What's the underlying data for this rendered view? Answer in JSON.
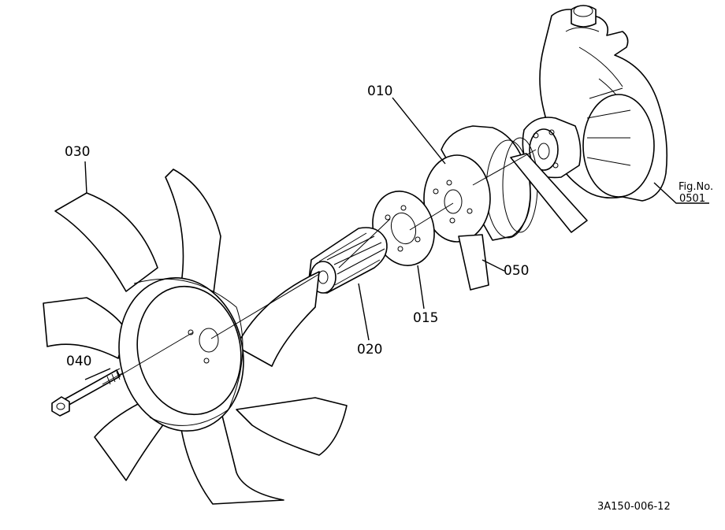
{
  "diagram": {
    "callouts": {
      "p010": "010",
      "p015": "015",
      "p020": "020",
      "p030": "030",
      "p040": "040",
      "p050": "050"
    },
    "fig_label": "Fig.No.",
    "fig_number": "0501",
    "drawing_code": "3A150-006-12"
  }
}
